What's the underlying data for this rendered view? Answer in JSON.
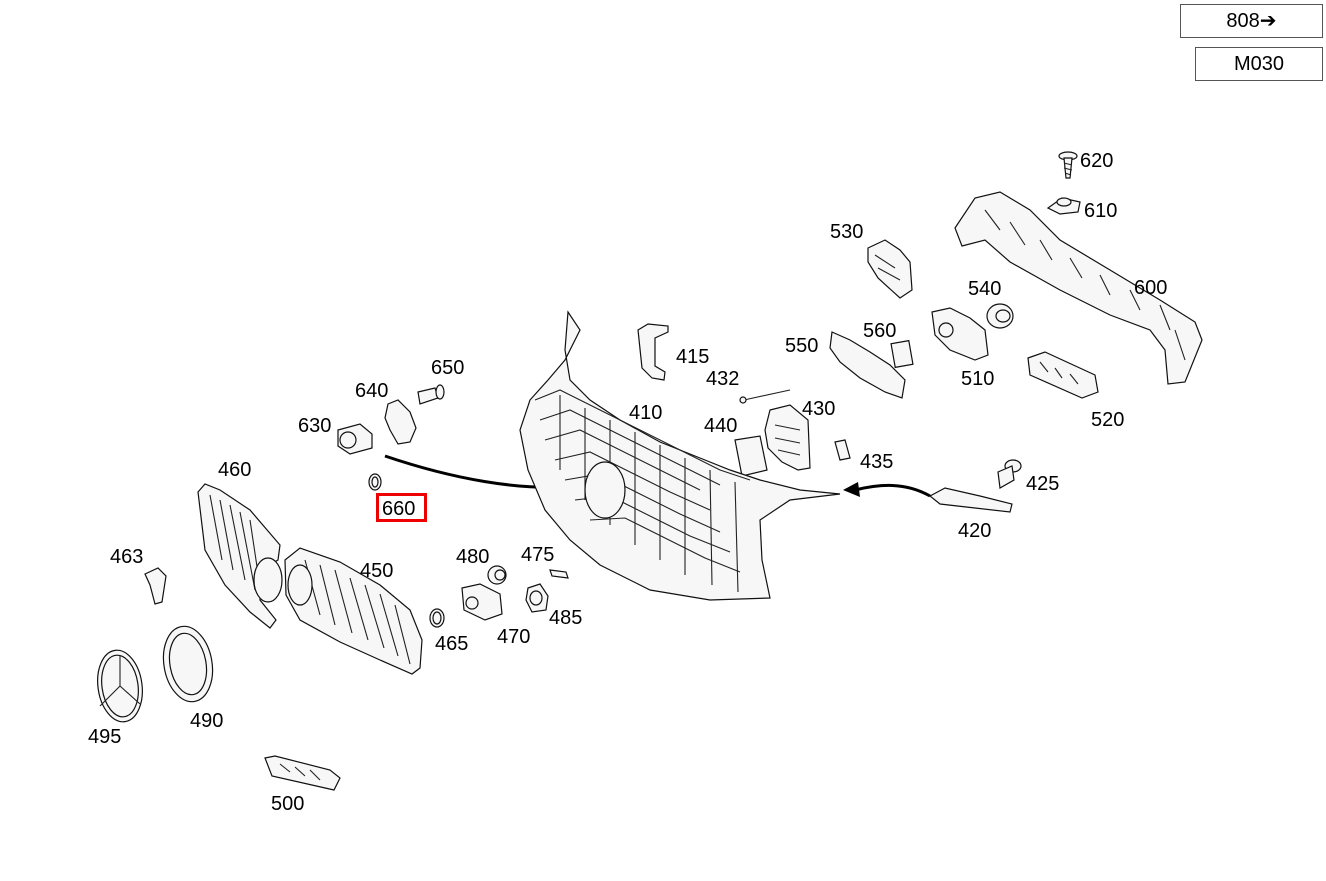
{
  "nav": {
    "ref_label": "808",
    "ref_arrow": "➔",
    "page_code": "M030"
  },
  "highlighted_part": "660",
  "parts": {
    "p620": "620",
    "p610": "610",
    "p530": "530",
    "p600": "600",
    "p540": "540",
    "p560": "560",
    "p550": "550",
    "p510": "510",
    "p520": "520",
    "p415": "415",
    "p432": "432",
    "p650": "650",
    "p640": "640",
    "p410": "410",
    "p440": "440",
    "p430": "430",
    "p630": "630",
    "p435": "435",
    "p460": "460",
    "p425": "425",
    "p660": "660",
    "p420": "420",
    "p480": "480",
    "p475": "475",
    "p463": "463",
    "p450": "450",
    "p485": "485",
    "p465": "465",
    "p470": "470",
    "p490": "490",
    "p495": "495",
    "p500": "500"
  }
}
